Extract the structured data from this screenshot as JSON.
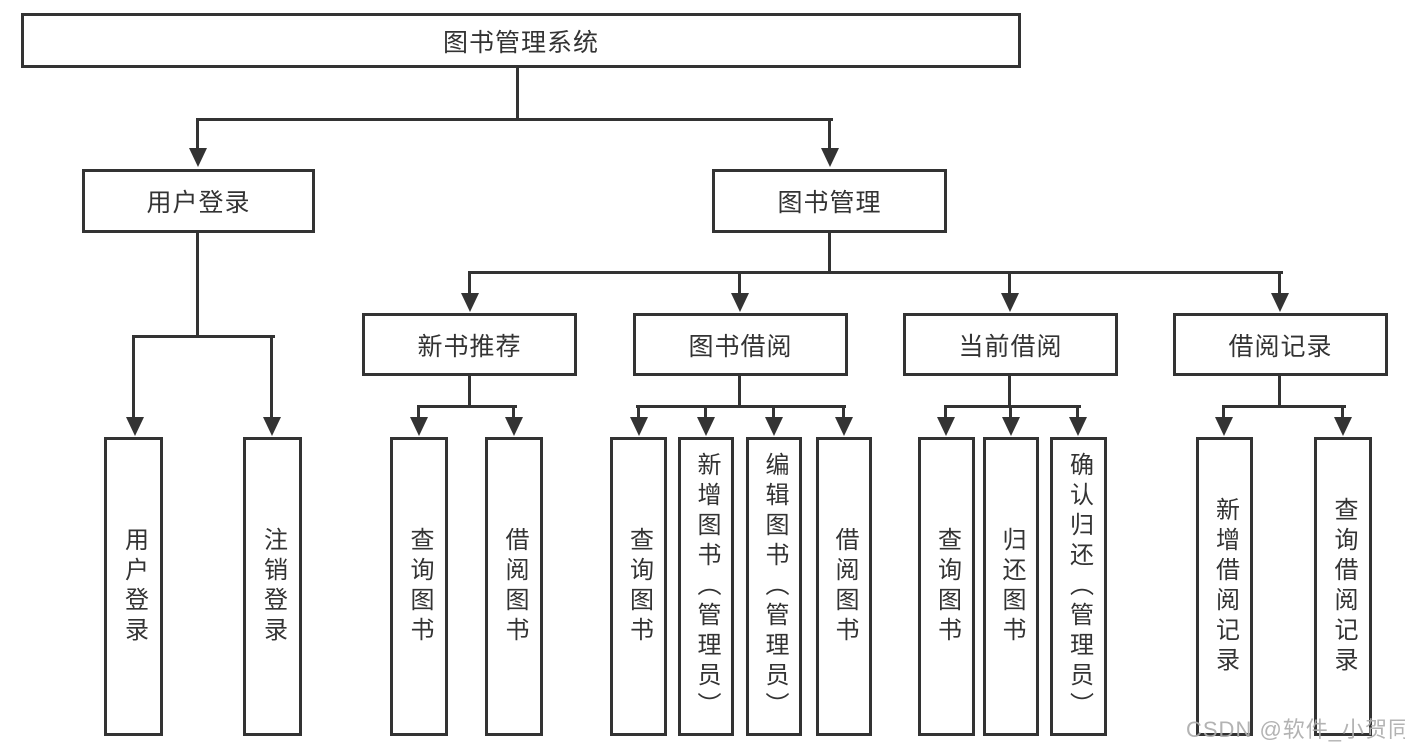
{
  "diagram": {
    "type": "tree-diagram",
    "title": "图书管理系统",
    "colors": {
      "line": "#333333",
      "text": "#333333",
      "background": "#ffffff",
      "watermark": "#acacac"
    },
    "nodes": {
      "root": "图书管理系统",
      "level2": {
        "user_login": "用户登录",
        "book_management": "图书管理"
      },
      "level3": {
        "new_book_recommend": "新书推荐",
        "book_borrow": "图书借阅",
        "current_borrow": "当前借阅",
        "borrow_records": "借阅记录"
      },
      "leaves": {
        "user_login_group": [
          "用户登录",
          "注销登录"
        ],
        "new_book_group": [
          "查询图书",
          "借阅图书"
        ],
        "book_borrow_group": [
          "查询图书",
          "新增图书（管理员）",
          "编辑图书（管理员）",
          "借阅图书"
        ],
        "current_borrow_group": [
          "查询图书",
          "归还图书",
          "确认归还（管理员）"
        ],
        "borrow_records_group": [
          "新增借阅记录",
          "查询借阅记录"
        ]
      }
    },
    "watermark": "CSDN @软件_小贺同学"
  }
}
